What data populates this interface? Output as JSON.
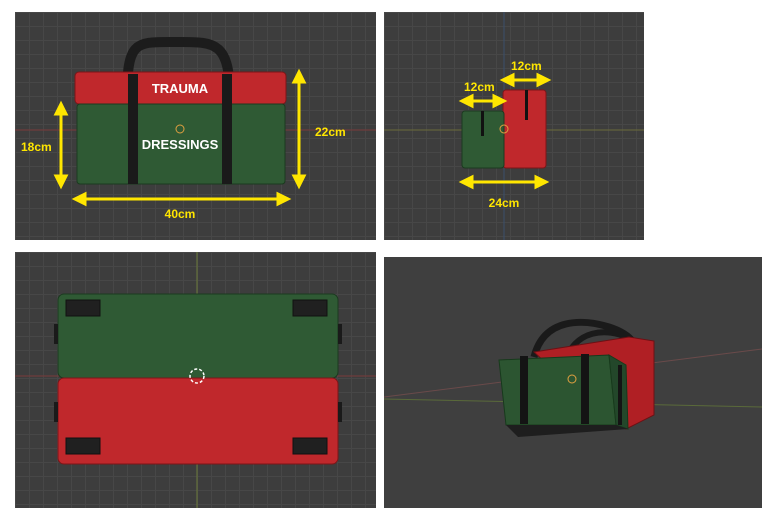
{
  "views": {
    "front": {
      "top_label": "TRAUMA",
      "front_label": "DRESSINGS",
      "width_dim": "40cm",
      "height_dim": "18cm",
      "total_height_dim": "22cm"
    },
    "side": {
      "depth_right": "12cm",
      "depth_left": "12cm",
      "depth_total": "24cm"
    },
    "top": {},
    "perspective": {}
  },
  "colors": {
    "red": "#c0282c",
    "green": "#2f5a34",
    "dimension": "#ffe600",
    "viewport_bg": "#3d3d3d"
  }
}
